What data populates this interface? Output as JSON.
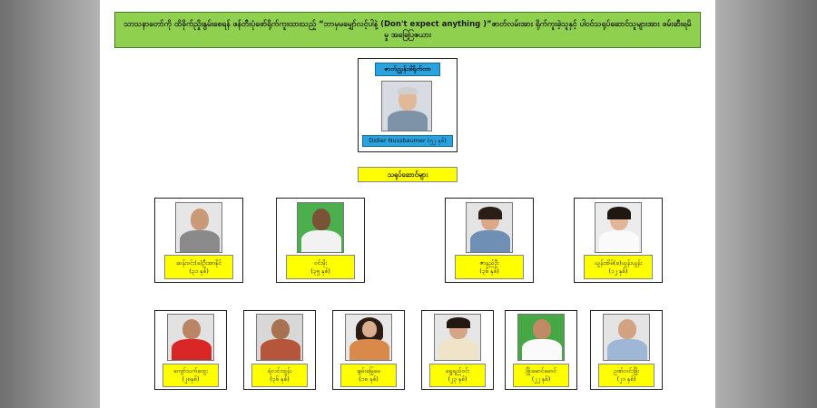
{
  "headline": "သာသနာတော်ကို ထိခိုက်ညှိုးနွမ်းစေရန် ဖန်တီးပုံဖော်ရိုက်ကူးထားသည့် “ဘာမှမမျှော်လင့်ပါနဲ့ (Don't expect anything )”ဇာတ်လမ်းအား ရိုက်ကူးခဲ့သူနှင့် ပါဝင်သရုပ်ဆောင်သူများအား ဖမ်းဆီးရမိမှု အခြေပြဇယား",
  "director": {
    "title": "ဇာတ်ညွှန်းဒါရိုက်တာ",
    "name": "Didier Nussbaumer (၅၂ နှစ်)"
  },
  "members_label": "သရုပ်ဆောင်များ",
  "row2": [
    {
      "line1": "ဆန်းဝင်း(ခ)ဦးအာနိုင်",
      "line2": "(၃၁ နှစ်)"
    },
    {
      "line1": "ဝင်းမိုး",
      "line2": "(၃၅ နှစ်)"
    },
    {
      "line1": "ဇာနည်ဦး",
      "line2": "(၃၆ နှစ်)"
    },
    {
      "line1": "ယွန်းအိမ်(ခ)ယွန်းယွန်း",
      "line2": "(၁၂ နှစ်)"
    }
  ],
  "row3": [
    {
      "line1": "ကျော်သက်ထွေး",
      "line2": "(၂၈နှစ်)"
    },
    {
      "line1": "ရဲလင်းထွန်း",
      "line2": "(၃၆ နှစ်)"
    },
    {
      "line1": "ချမ်းမြေ့မေ",
      "line2": "(၁၈ နှစ်)"
    },
    {
      "line1": "ရွှေရည်ဝင်း",
      "line2": "(၂၃ နှစ်)"
    },
    {
      "line1": "ဖြိုးမောင်မောင်",
      "line2": "(၂၂ နှစ်)"
    },
    {
      "line1": "ဥဏ်လင်းဖြိုး",
      "line2": "(၂၁ နှစ်)"
    }
  ],
  "colors": {
    "headline_bg": "#8fd14f",
    "director_tag_bg": "#29a3e0",
    "member_tag_bg": "#ffff00"
  }
}
